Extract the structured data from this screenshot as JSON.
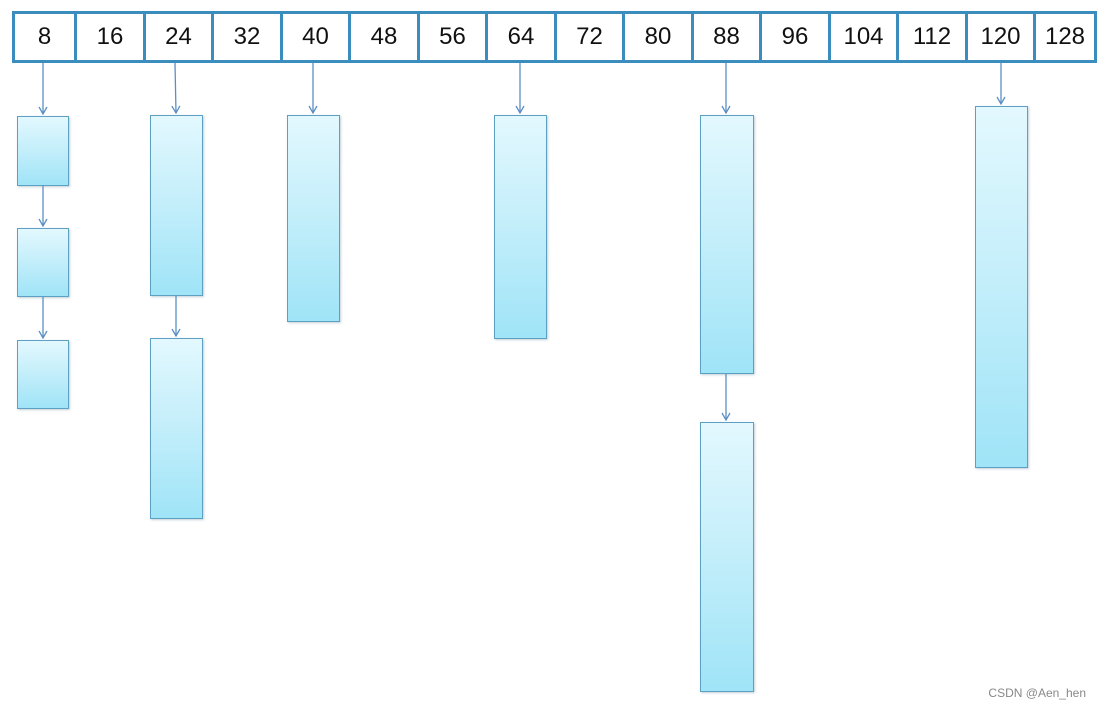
{
  "bucket_labels": [
    "8",
    "16",
    "24",
    "32",
    "40",
    "48",
    "56",
    "64",
    "72",
    "80",
    "88",
    "96",
    "104",
    "112",
    "120",
    "128"
  ],
  "chains": [
    {
      "bucket": "8",
      "blocks": 3
    },
    {
      "bucket": "24",
      "blocks": 2
    },
    {
      "bucket": "40",
      "blocks": 1
    },
    {
      "bucket": "64",
      "blocks": 1
    },
    {
      "bucket": "88",
      "blocks": 2
    },
    {
      "bucket": "120",
      "blocks": 1
    }
  ],
  "colors": {
    "border": "#3b8dbd",
    "arrow": "#5b8fc4",
    "block_top": "#e3f8fe",
    "block_bottom": "#9fe4f7"
  },
  "watermark": "CSDN @Aen_hen"
}
